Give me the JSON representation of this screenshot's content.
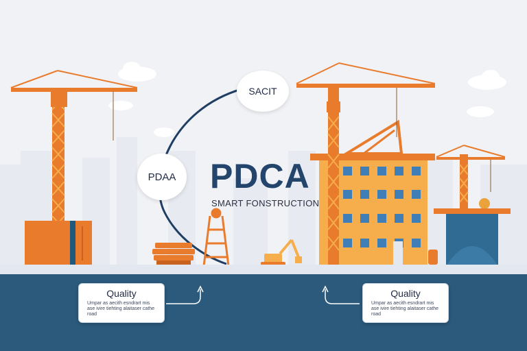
{
  "bubbles": {
    "top": "SACIT",
    "left": "PDAA"
  },
  "heading": {
    "title": "PDCA",
    "subtitle": "SMART FONSTRUCTION"
  },
  "cards": {
    "left": {
      "title": "Quality",
      "text": "Umpar as aecith esndrart mis ase ivire tiehting alaitaser cathe road"
    },
    "right": {
      "title": "Quality",
      "text": "Umpar as aecith esndrart mis ase ivire tiehting alaitaser cathe road"
    }
  },
  "colors": {
    "background": "#f1f2f6",
    "ground": "#2b5a7c",
    "crane": "#e97b2c",
    "building": "#f6ad4b",
    "window": "#3f7eb6",
    "title": "#23446b"
  }
}
